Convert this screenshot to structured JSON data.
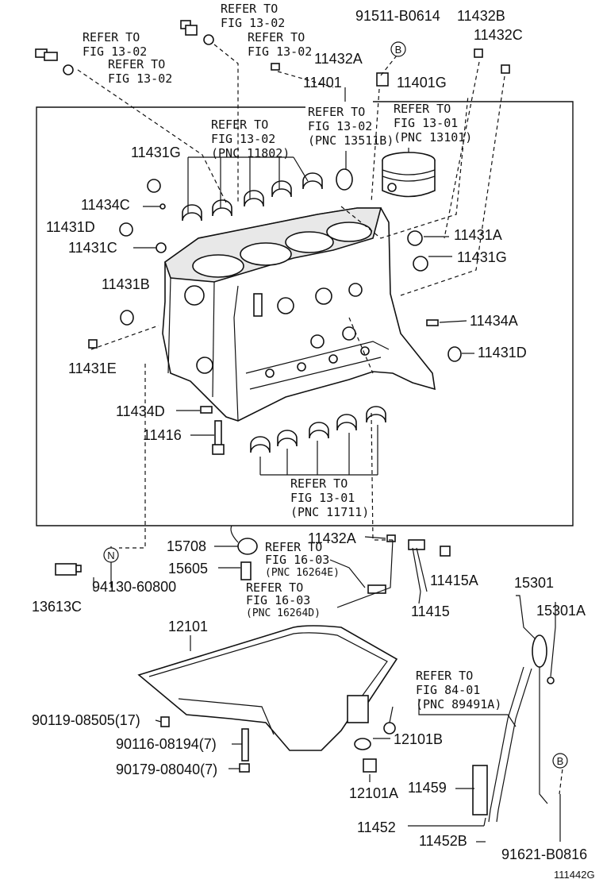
{
  "labels": {
    "p91511": "91511-B0614",
    "p11432B": "11432B",
    "p11432C": "11432C",
    "p11432A_top": "11432A",
    "p11401": "11401",
    "p11401G": "11401G",
    "p11431G_l": "11431G",
    "p11434C": "11434C",
    "p11431D_l": "11431D",
    "p11431C": "11431C",
    "p11431B": "11431B",
    "p11431E": "11431E",
    "p11431A": "11431A",
    "p11431G_r": "11431G",
    "p11434A": "11434A",
    "p11431D_r": "11431D",
    "p11434D": "11434D",
    "p11416": "11416",
    "p15708": "15708",
    "p15605": "15605",
    "p13613C": "13613C",
    "p94130": "94130-60800",
    "p11432A_low": "11432A",
    "p11415A": "11415A",
    "p11415": "11415",
    "p15301": "15301",
    "p15301A": "15301A",
    "p12101": "12101",
    "p90119": "90119-08505(17)",
    "p90116": "90116-08194(7)",
    "p90179": "90179-08040(7)",
    "p12101B": "12101B",
    "p12101A": "12101A",
    "p11459": "11459",
    "p11452": "11452",
    "p11452B": "11452B",
    "p91621": "91621-B0816",
    "figcode": "111442G"
  },
  "refs": {
    "r1a": "REFER TO",
    "r1b": "FIG 13-02",
    "r2a": "REFER TO",
    "r2b": "FIG 13-02",
    "r3a": "REFER TO",
    "r3b": "FIG 13-02",
    "r4a": "REFER TO",
    "r4b": "FIG 13-02",
    "r5a": "REFER TO",
    "r5b": "FIG 13-02",
    "r5c": "(PNC 11802)",
    "r6a": "REFER TO",
    "r6b": "FIG 13-02",
    "r6c": "(PNC 13511B)",
    "r7a": "REFER TO",
    "r7b": "FIG 13-01",
    "r7c": "(PNC 13101)",
    "r8a": "REFER TO",
    "r8b": "FIG 13-01",
    "r8c": "(PNC 11711)",
    "r9a": "REFER TO",
    "r9b": "FIG 16-03",
    "r9c": "(PNC 16264E)",
    "r10a": "REFER TO",
    "r10b": "FIG 16-03",
    "r10c": "(PNC 16264D)",
    "r11a": "REFER TO",
    "r11b": "FIG 84-01",
    "r11c": "(PNC 89491A)"
  },
  "markers": {
    "b_top": "B",
    "b_bottom": "B",
    "n_mark": "N"
  }
}
